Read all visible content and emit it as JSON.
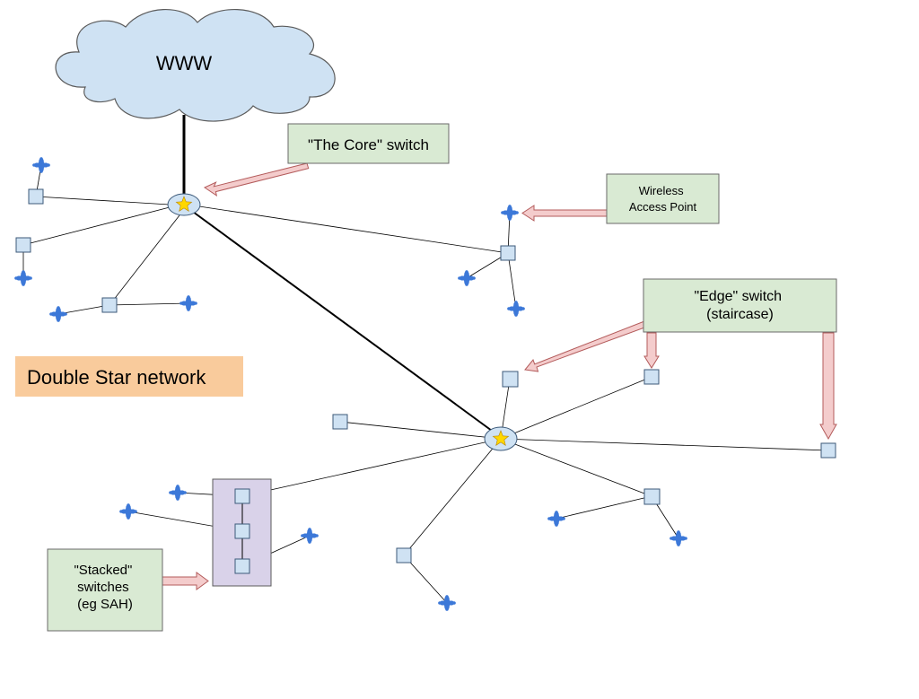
{
  "diagram": {
    "cloud_label": "WWW",
    "core_label": "\"The Core\" switch",
    "wireless_label": [
      "Wireless",
      "Access Point"
    ],
    "edge_label": [
      "\"Edge\" switch",
      "(staircase)"
    ],
    "title": "Double Star network",
    "stacked_label": [
      "\"Stacked\"",
      "switches",
      "(eg SAH)"
    ]
  },
  "colors": {
    "cloud_fill": "#cfe2f3",
    "switch_fill": "#cfe2f3",
    "node_stroke": "#3d5a7a",
    "ap_blue": "#3c78d8",
    "star_yellow": "#ffd700",
    "callout_green": "#d9ead3",
    "arrow_pink": "#f4cccc",
    "arrow_stroke": "#b35b5b",
    "title_orange": "#f9cb9c",
    "stack_purple": "#d9d2e9"
  }
}
